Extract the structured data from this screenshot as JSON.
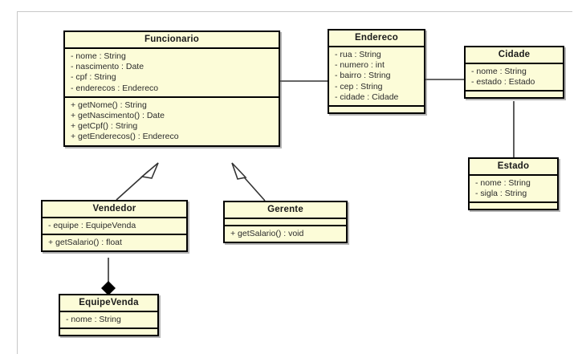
{
  "diagram": {
    "kind": "uml-class-diagram",
    "canvas": {
      "background_color": "#ffffff",
      "border_color": "#c8c8c8"
    },
    "style": {
      "class_fill": "#fcfcd8",
      "class_border": "#000000",
      "text_color": "#2b2b2b",
      "title_color": "#1a1a1a",
      "line_color": "#333333"
    },
    "classes": [
      {
        "id": "funcionario",
        "name": "Funcionario",
        "attributes": [
          "- nome : String",
          "- nascimento : Date",
          "- cpf : String",
          "- enderecos : Endereco"
        ],
        "methods": [
          "+ getNome() : String",
          "+ getNascimento() : Date",
          "+ getCpf() : String",
          "+ getEnderecos() : Endereco"
        ]
      },
      {
        "id": "endereco",
        "name": "Endereco",
        "attributes": [
          "- rua : String",
          "- numero : int",
          "- bairro : String",
          "- cep : String",
          "- cidade : Cidade"
        ],
        "methods": []
      },
      {
        "id": "cidade",
        "name": "Cidade",
        "attributes": [
          "- nome : String",
          "- estado : Estado"
        ],
        "methods": []
      },
      {
        "id": "estado",
        "name": "Estado",
        "attributes": [
          "- nome : String",
          "- sigla : String"
        ],
        "methods": []
      },
      {
        "id": "vendedor",
        "name": "Vendedor",
        "attributes": [
          "- equipe : EquipeVenda"
        ],
        "methods": [
          "+ getSalario() : float"
        ]
      },
      {
        "id": "gerente",
        "name": "Gerente",
        "attributes": [],
        "methods": [
          "+ getSalario() : void"
        ]
      },
      {
        "id": "equipevenda",
        "name": "EquipeVenda",
        "attributes": [
          "- nome : String"
        ],
        "methods": []
      }
    ],
    "relationships": [
      {
        "id": "rel-vendedor-funcionario",
        "type": "generalization",
        "from": "Vendedor",
        "to": "Funcionario"
      },
      {
        "id": "rel-gerente-funcionario",
        "type": "generalization",
        "from": "Gerente",
        "to": "Funcionario"
      },
      {
        "id": "rel-funcionario-endereco",
        "type": "association",
        "from": "Funcionario",
        "to": "Endereco"
      },
      {
        "id": "rel-endereco-cidade",
        "type": "association",
        "from": "Endereco",
        "to": "Cidade"
      },
      {
        "id": "rel-cidade-estado",
        "type": "association",
        "from": "Cidade",
        "to": "Estado"
      },
      {
        "id": "rel-vendedor-equipevenda",
        "type": "composition",
        "from": "EquipeVenda",
        "to": "Vendedor"
      }
    ]
  }
}
